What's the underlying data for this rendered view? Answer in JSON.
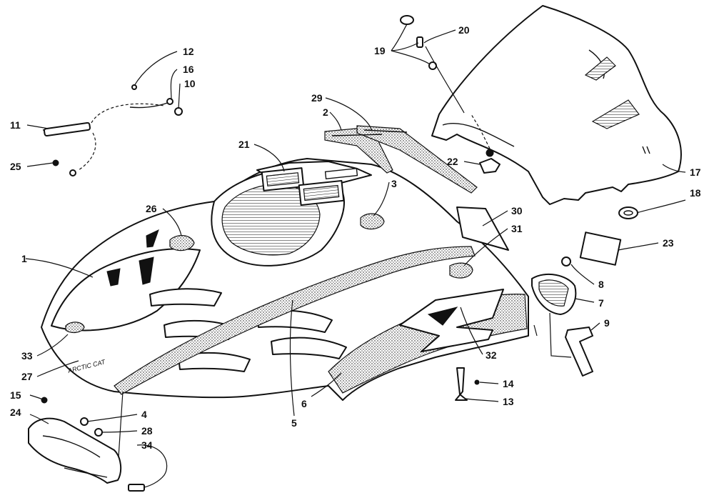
{
  "diagram": {
    "callouts": [
      {
        "id": "c1",
        "label": "1"
      },
      {
        "id": "c2",
        "label": "2"
      },
      {
        "id": "c3",
        "label": "3"
      },
      {
        "id": "c4",
        "label": "4"
      },
      {
        "id": "c5",
        "label": "5"
      },
      {
        "id": "c6",
        "label": "6"
      },
      {
        "id": "c7",
        "label": "7"
      },
      {
        "id": "c8",
        "label": "8"
      },
      {
        "id": "c9",
        "label": "9"
      },
      {
        "id": "c10",
        "label": "10"
      },
      {
        "id": "c11",
        "label": "11"
      },
      {
        "id": "c12",
        "label": "12"
      },
      {
        "id": "c13",
        "label": "13"
      },
      {
        "id": "c14",
        "label": "14"
      },
      {
        "id": "c15",
        "label": "15"
      },
      {
        "id": "c16",
        "label": "16"
      },
      {
        "id": "c17",
        "label": "17"
      },
      {
        "id": "c18",
        "label": "18"
      },
      {
        "id": "c19",
        "label": "19"
      },
      {
        "id": "c20",
        "label": "20"
      },
      {
        "id": "c21",
        "label": "21"
      },
      {
        "id": "c22",
        "label": "22"
      },
      {
        "id": "c23",
        "label": "23"
      },
      {
        "id": "c24",
        "label": "24"
      },
      {
        "id": "c25",
        "label": "25"
      },
      {
        "id": "c26",
        "label": "26"
      },
      {
        "id": "c27",
        "label": "27"
      },
      {
        "id": "c28",
        "label": "28"
      },
      {
        "id": "c29",
        "label": "29"
      },
      {
        "id": "c30",
        "label": "30"
      },
      {
        "id": "c31",
        "label": "31"
      },
      {
        "id": "c32",
        "label": "32"
      },
      {
        "id": "c33",
        "label": "33"
      },
      {
        "id": "c34",
        "label": "34"
      }
    ],
    "hood_decal_text": "ARCTIC CAT"
  }
}
